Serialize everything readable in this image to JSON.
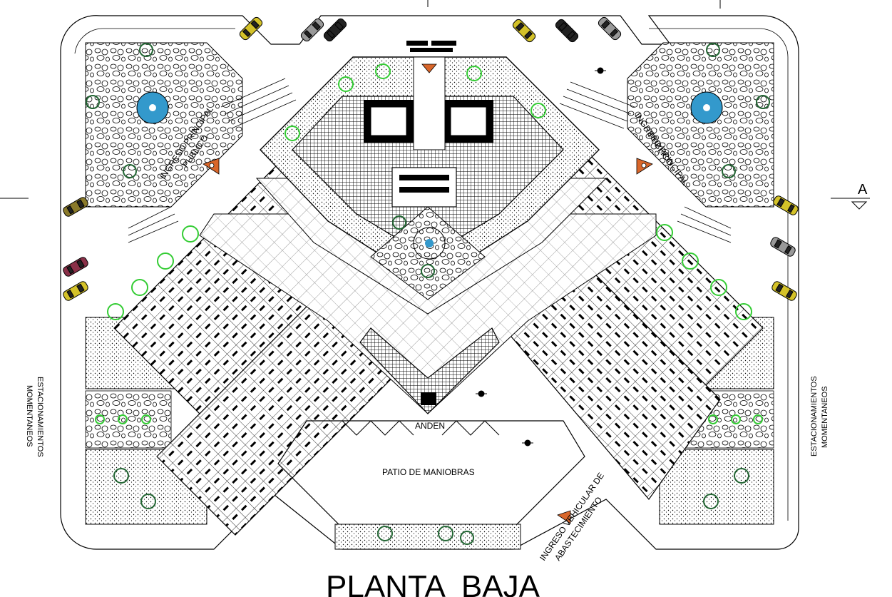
{
  "drawing": {
    "title": "PLANTA  BAJA",
    "section_marker": "A",
    "labels": {
      "ingreso_left": "INGRESO PRINCIPAL",
      "publico_left": "PUBLICO",
      "ingreso_right": "INGRESO PRINCIPAL",
      "publico_right": "PUBLICO",
      "estac_left_1": "ESTACIONAMIENTOS",
      "estac_left_2": "MOMENTANEOS",
      "estac_right_1": "ESTACIONAMIENTOS",
      "estac_right_2": "MOMENTANEOS",
      "anden": "ANDEN",
      "patio": "PATIO DE MANIOBRAS",
      "vehicular_1": "INGRESO VEHICULAR DE",
      "vehicular_2": "ABASTECIMIENTO"
    },
    "colors": {
      "line": "#000000",
      "tree_green": "#33cc33",
      "dark_green": "#226633",
      "fountain_blue": "#3399cc",
      "car_yellow": "#d4c229",
      "car_olive": "#8a7a2a",
      "car_grey": "#999999",
      "car_maroon": "#8a3048",
      "marker_orange": "#d9662a"
    }
  }
}
